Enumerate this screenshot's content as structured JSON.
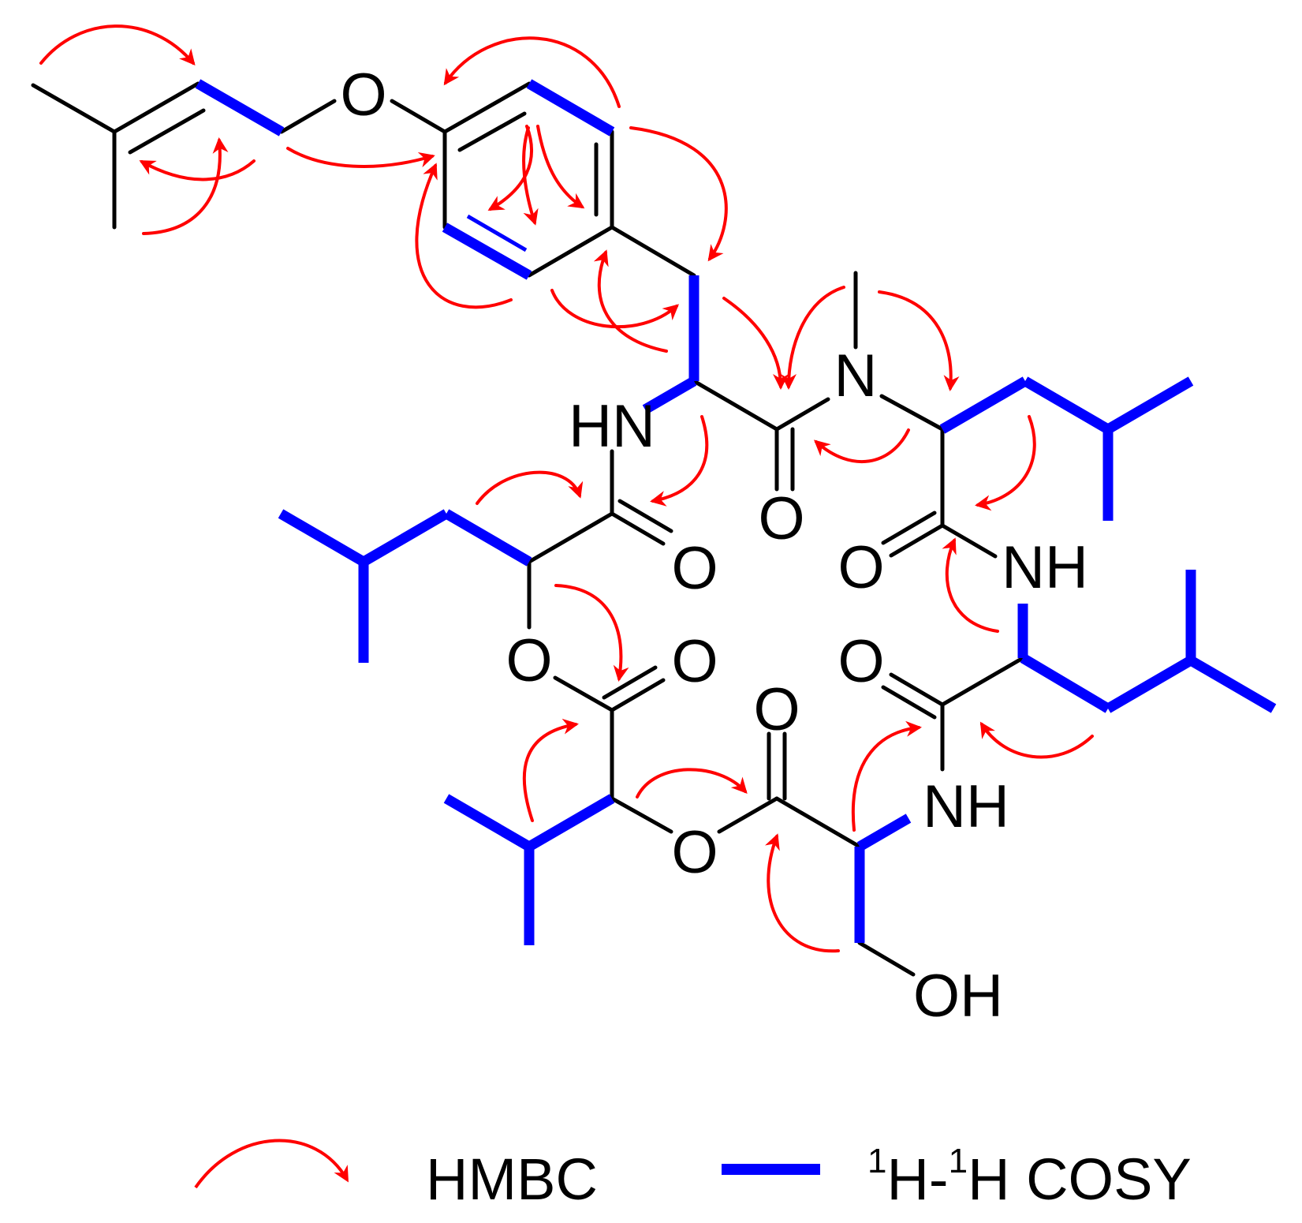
{
  "colors": {
    "bond": "#000000",
    "hmbc": "#ff0000",
    "cosy": "#0000ff",
    "background": "#ffffff"
  },
  "atoms": {
    "o_ether": "O",
    "hn_tyr": "HN",
    "n_methyl": "N",
    "o_carbonyl_1": "O",
    "o_carbonyl_2": "O",
    "o_carbonyl_3": "O",
    "nh_1": "NH",
    "o_ester_ring": "O",
    "o_carbonyl_4": "O",
    "o_carbonyl_5": "O",
    "o_carbonyl_6": "O",
    "nh_2": "NH",
    "o_ester_2": "O",
    "oh": "OH"
  },
  "legend": {
    "hmbc_label": "HMBC",
    "cosy_sup1": "1",
    "cosy_mid": "H-",
    "cosy_sup2": "1",
    "cosy_end": "H COSY"
  }
}
